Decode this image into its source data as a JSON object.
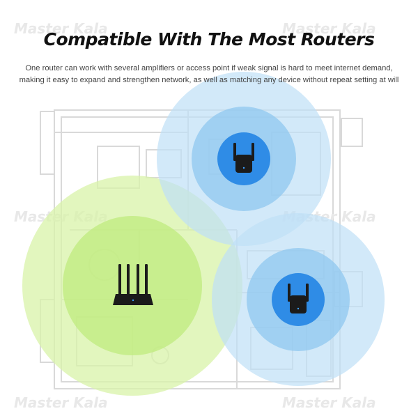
{
  "header": {
    "title": "Compatible With The Most Routers",
    "subtitle_line1": "One router can work with several amplifiers or access point if weak signal is hard to meet internet demand,",
    "subtitle_line2": "making it easy to expand and strengthen network, as well as matching any device without repeat setting at will"
  },
  "watermark": {
    "text": "Master Kala"
  },
  "colors": {
    "router_coverage": "#c9ef8f",
    "amplifier_coverage": "#8fc7ef",
    "amplifier_body": "#2f8ce6",
    "device_black": "#1b1b1b",
    "floorplan_lines": "#d6d6d6"
  },
  "devices": {
    "router": {
      "icon": "router-icon"
    },
    "amplifier_top": {
      "icon": "amplifier-icon"
    },
    "amplifier_bottom": {
      "icon": "amplifier-icon"
    }
  }
}
